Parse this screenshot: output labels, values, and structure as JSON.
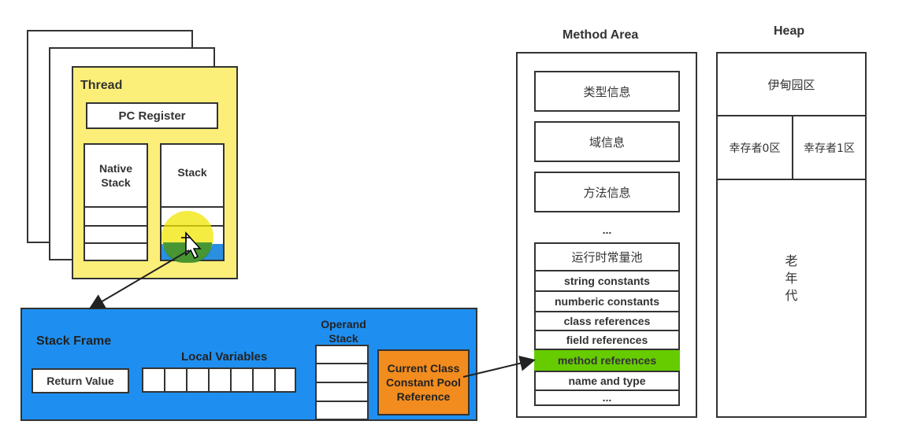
{
  "thread": {
    "title": "Thread",
    "pc_register": "PC Register",
    "native_stack": "Native\nStack",
    "stack": "Stack"
  },
  "stack_frame": {
    "title": "Stack Frame",
    "return_value": "Return Value",
    "local_variables": "Local Variables",
    "operand_stack": "Operand\nStack",
    "current_class_ref": "Current Class\nConstant Pool\nReference"
  },
  "method_area": {
    "title": "Method Area",
    "items": [
      "类型信息",
      "域信息",
      "方法信息"
    ],
    "ellipsis": "...",
    "pool_title": "运行时常量池",
    "pool_rows": [
      "string constants",
      "numberic constants",
      "class references",
      "field references",
      "method references",
      "name and type"
    ],
    "pool_ellipsis": "...",
    "highlight_color": "#66cc00"
  },
  "heap": {
    "title": "Heap",
    "eden": "伊甸园区",
    "survivor0": "幸存者0区",
    "survivor1": "幸存者1区",
    "old_gen": "老\n年\n代"
  },
  "colors": {
    "thread_fill": "#fcef79",
    "frame_fill": "#1e8ff0",
    "ref_fill": "#f28c1e"
  }
}
